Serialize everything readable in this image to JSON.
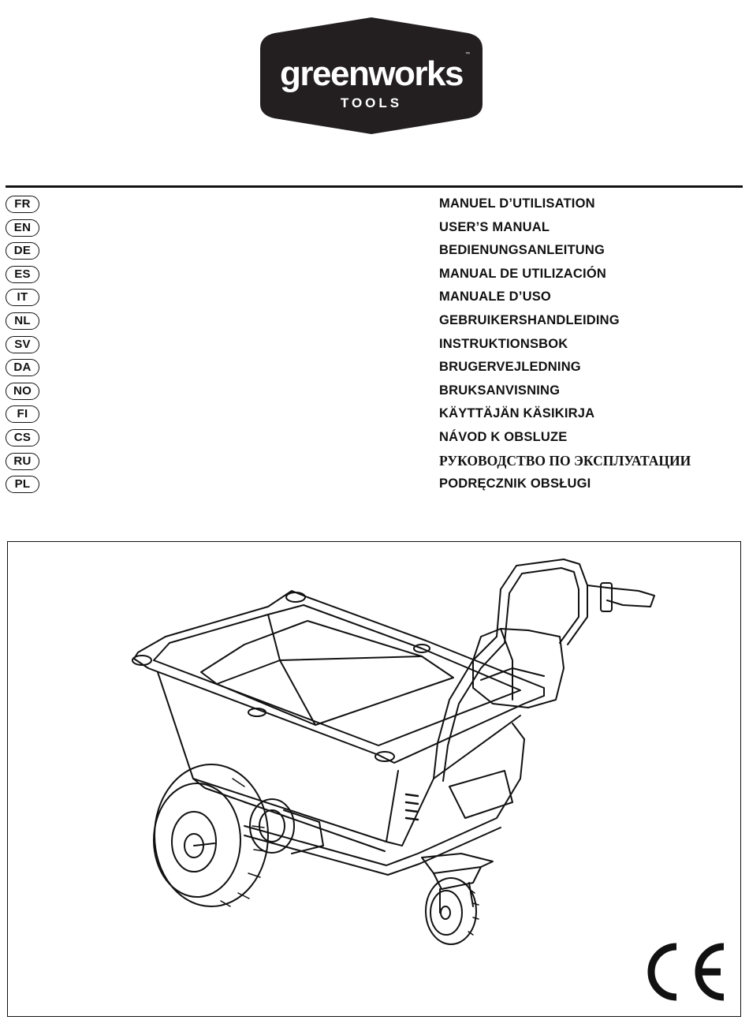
{
  "logo": {
    "brand": "greenworks",
    "subtitle": "TOOLS",
    "background_color": "#231f20",
    "text_color": "#ffffff"
  },
  "languages": [
    {
      "code": "FR",
      "title": "MANUEL D’UTILISATION"
    },
    {
      "code": "EN",
      "title": "USER’S MANUAL"
    },
    {
      "code": "DE",
      "title": "BEDIENUNGSANLEITUNG"
    },
    {
      "code": "ES",
      "title": "MANUAL DE UTILIZACIÓN"
    },
    {
      "code": "IT",
      "title": "MANUALE D’USO"
    },
    {
      "code": "NL",
      "title": "GEBRUIKERSHANDLEIDING"
    },
    {
      "code": "SV",
      "title": "INSTRUKTIONSBOK"
    },
    {
      "code": "DA",
      "title": "BRUGERVEJLEDNING"
    },
    {
      "code": "NO",
      "title": "BRUKSANVISNING"
    },
    {
      "code": "FI",
      "title": "KÄYTTÄJÄN KÄSIKIRJA"
    },
    {
      "code": "CS",
      "title": "NÁVOD K OBSLUZE"
    },
    {
      "code": "RU",
      "title": "РУКОВОДСТВО ПО ЭКСПЛУАТАЦИИ"
    },
    {
      "code": "PL",
      "title": "PODRĘCZNIK OBSŁUGI"
    }
  ],
  "ce_mark": "CE"
}
